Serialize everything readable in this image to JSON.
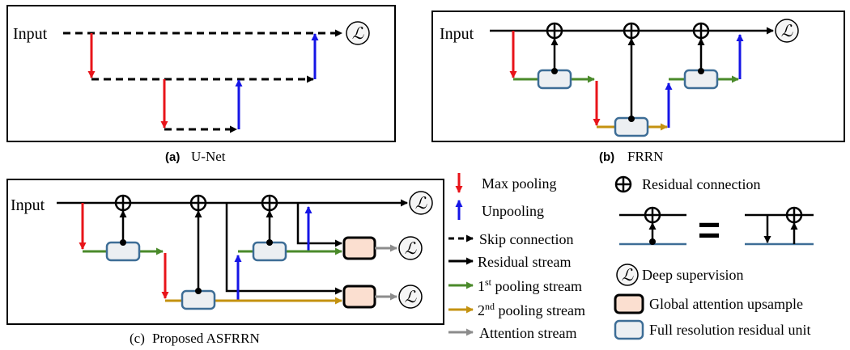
{
  "panels": {
    "unet": {
      "input_label": "Input",
      "caption_tag": "(a)",
      "caption_name": "U-Net"
    },
    "frrn": {
      "input_label": "Input",
      "caption_tag": "(b)",
      "caption_name": "FRRN"
    },
    "asfrrn": {
      "input_label": "Input",
      "caption_tag": "(c)",
      "caption_name": "Proposed ASFRRN"
    }
  },
  "loss_symbol": "ℒ",
  "legend": {
    "max_pooling": "Max pooling",
    "unpooling": "Unpooling",
    "skip_connection": "Skip connection",
    "residual_stream": "Residual stream",
    "pooling1_prefix": "1",
    "pooling1_sup": "st",
    "pooling1_suffix": " pooling stream",
    "pooling2_prefix": "2",
    "pooling2_sup": "nd",
    "pooling2_suffix": " pooling stream",
    "attention_stream": "Attention stream",
    "residual_connection": "Residual connection",
    "equals": "=",
    "deep_supervision": "Deep supervision",
    "global_attention_upsample": "Global attention upsample",
    "full_resolution_residual_unit": "Full resolution residual unit"
  },
  "colors": {
    "red": "#e8141a",
    "blue": "#1515e6",
    "green": "#4a8a2a",
    "gold": "#c49210",
    "gray": "#8c8c8c",
    "unit_border": "#3d6d96",
    "unit_fill": "#eceff2",
    "attention_fill": "#fbdfd0"
  }
}
